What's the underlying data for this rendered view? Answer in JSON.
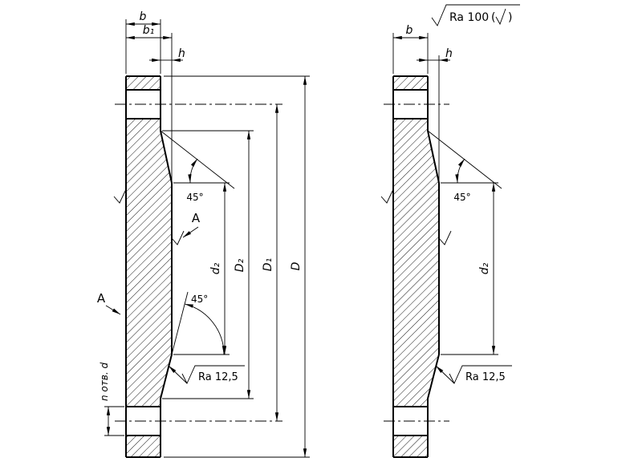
{
  "corner_note": {
    "ra_value": "Ra 100",
    "paren_open": "(",
    "paren_close": ")"
  },
  "left_figure": {
    "dim_b": "b",
    "dim_b1": "b₁",
    "dim_h": "h",
    "dim_d2": "d₂",
    "dim_D2": "D₂",
    "dim_D1": "D₁",
    "dim_D": "D",
    "angle_top": "45°",
    "angle_bottom": "45°",
    "holes_label": "n отв. d",
    "roughness_note": "Ra 12,5",
    "view_label_upper": "A",
    "view_label_side": "A"
  },
  "right_figure": {
    "dim_b": "b",
    "dim_h": "h",
    "dim_d2": "d₂",
    "angle": "45°",
    "roughness_note": "Ra 12,5"
  }
}
